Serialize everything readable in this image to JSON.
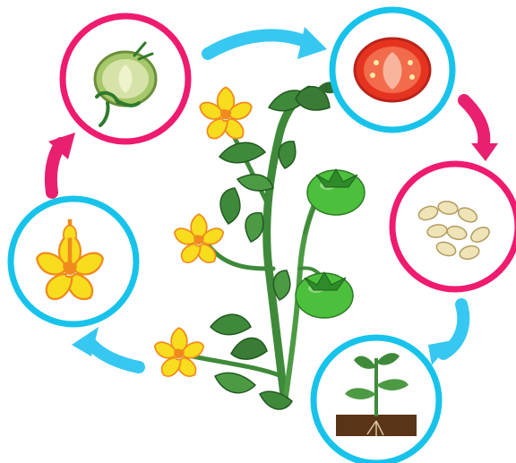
{
  "diagram": {
    "subject": "tomato-plant-life-cycle",
    "colors": {
      "pink": "#ee1b6f",
      "cyan": "#17c3ea",
      "arrow_pink": "#e8206f",
      "arrow_cyan": "#36c8f0",
      "leaf_green": "#3f8a3a",
      "tomato_green": "#49b93b",
      "ripe_red": "#e63320",
      "flower_yellow": "#f8dc1e",
      "petal_orange": "#f08a1e",
      "soil_brown": "#5a3418"
    },
    "stages": [
      {
        "id": "green-fruit",
        "icon": "green-tomato-half-icon",
        "ring": "pink"
      },
      {
        "id": "ripe-fruit",
        "icon": "red-tomato-half-icon",
        "ring": "cyan"
      },
      {
        "id": "seeds",
        "icon": "tomato-seeds-icon",
        "ring": "pink"
      },
      {
        "id": "seedling",
        "icon": "seedling-icon",
        "ring": "cyan"
      },
      {
        "id": "flower",
        "icon": "yellow-flower-icon",
        "ring": "cyan"
      }
    ],
    "arrows": [
      {
        "from": "green-fruit",
        "to": "ripe-fruit",
        "color": "cyan"
      },
      {
        "from": "ripe-fruit",
        "to": "seeds",
        "color": "pink"
      },
      {
        "from": "seeds",
        "to": "seedling",
        "color": "cyan"
      },
      {
        "from": "seedling",
        "to": "flower",
        "color": "cyan"
      },
      {
        "from": "flower",
        "to": "green-fruit",
        "color": "pink"
      }
    ],
    "center": "tomato-plant-icon"
  }
}
